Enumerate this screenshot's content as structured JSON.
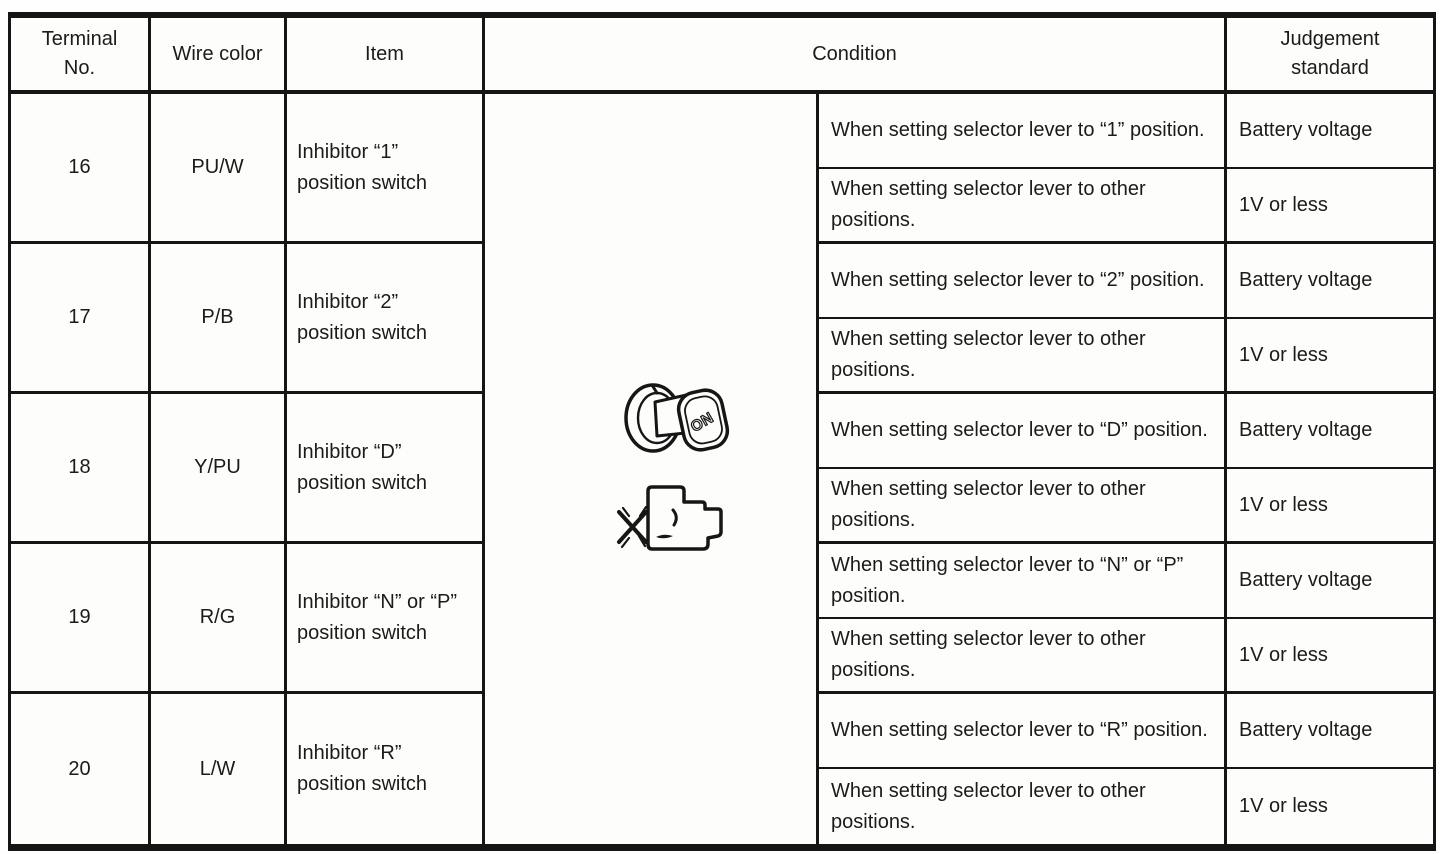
{
  "header": {
    "terminal": "Terminal\nNo.",
    "wire_color": "Wire color",
    "item": "Item",
    "condition": "Condition",
    "judgement": "Judgement\nstandard"
  },
  "icons": {
    "ignition_switch": "ignition-switch-on-icon",
    "ignition_on_label": "ON",
    "connector": "connector-disconnected-icon"
  },
  "rows": [
    {
      "terminal": "16",
      "wire_color": "PU/W",
      "item": "Inhibitor “1” position switch",
      "conditions": [
        {
          "text": "When setting selector lever to “1” position.",
          "judgement": "Battery voltage"
        },
        {
          "text": "When setting selector lever to other positions.",
          "judgement": "1V or less"
        }
      ]
    },
    {
      "terminal": "17",
      "wire_color": "P/B",
      "item": "Inhibitor “2” position switch",
      "conditions": [
        {
          "text": "When setting selector lever to “2” position.",
          "judgement": "Battery voltage"
        },
        {
          "text": "When setting selector lever to other positions.",
          "judgement": "1V or less"
        }
      ]
    },
    {
      "terminal": "18",
      "wire_color": "Y/PU",
      "item": "Inhibitor “D” position switch",
      "conditions": [
        {
          "text": "When setting selector lever to “D” position.",
          "judgement": "Battery voltage"
        },
        {
          "text": "When setting selector lever to other positions.",
          "judgement": "1V or less"
        }
      ]
    },
    {
      "terminal": "19",
      "wire_color": "R/G",
      "item": "Inhibitor “N” or “P” position switch",
      "conditions": [
        {
          "text": "When setting selector lever to “N” or “P” position.",
          "judgement": "Battery voltage"
        },
        {
          "text": "When setting selector lever to other positions.",
          "judgement": "1V or less"
        }
      ]
    },
    {
      "terminal": "20",
      "wire_color": "L/W",
      "item": "Inhibitor “R” position switch",
      "conditions": [
        {
          "text": "When setting selector lever to “R” position.",
          "judgement": "Battery voltage"
        },
        {
          "text": "When setting selector lever to other positions.",
          "judgement": "1V or less"
        }
      ]
    }
  ]
}
